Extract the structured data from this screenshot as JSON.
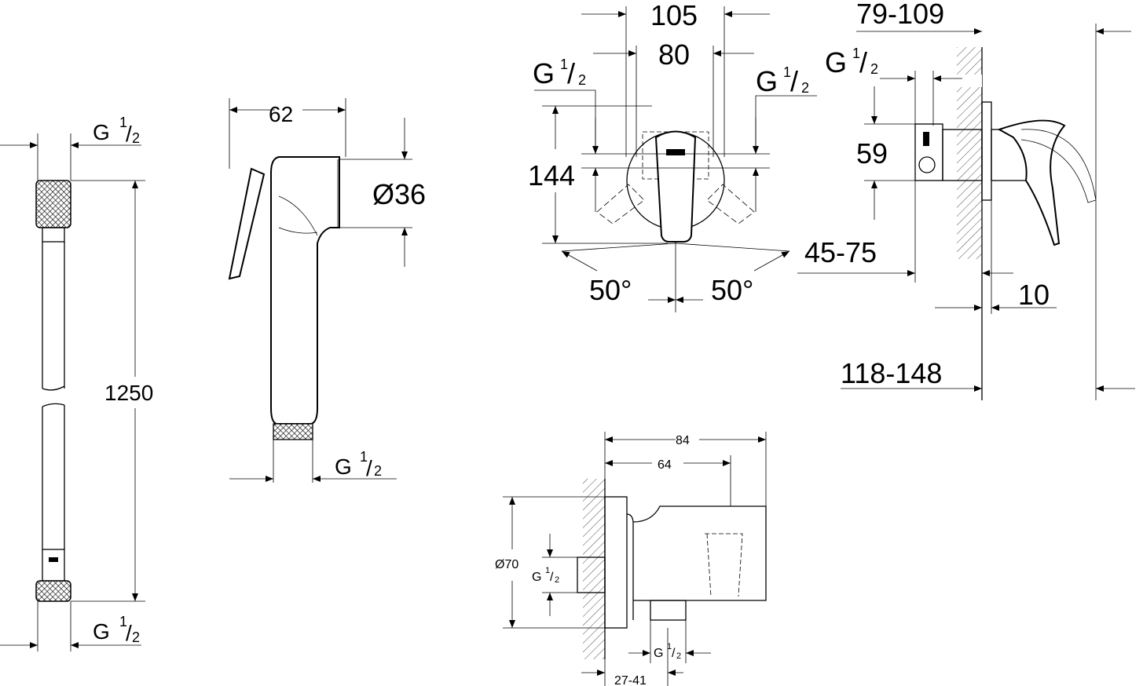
{
  "hose": {
    "thread_top": {
      "g": "G",
      "num": "1",
      "den": "2"
    },
    "length": "1250",
    "thread_bottom": {
      "g": "G",
      "num": "1",
      "den": "2"
    }
  },
  "handshower": {
    "width": "62",
    "diameter": "Ø36",
    "thread": {
      "g": "G",
      "num": "1",
      "den": "2"
    }
  },
  "mixer_front": {
    "width_outer": "105",
    "width_inner": "80",
    "thread_left": {
      "g": "G",
      "num": "1",
      "den": "2"
    },
    "thread_right": {
      "g": "G",
      "num": "1",
      "den": "2"
    },
    "height": "144",
    "angle_left": "50°",
    "angle_right": "50°"
  },
  "mixer_side": {
    "projection": "79-109",
    "thread": {
      "g": "G",
      "num": "1",
      "den": "2"
    },
    "height": "59",
    "depth_range": "45-75",
    "offset": "10",
    "total_projection": "118-148"
  },
  "wall_connector": {
    "width_outer": "84",
    "width_inner": "64",
    "diameter": "Ø70",
    "thread_side": {
      "g": "G",
      "num": "1",
      "den": "2"
    },
    "thread_bottom": {
      "g": "G",
      "num": "1",
      "den": "2"
    },
    "depth_range": "27-41"
  }
}
